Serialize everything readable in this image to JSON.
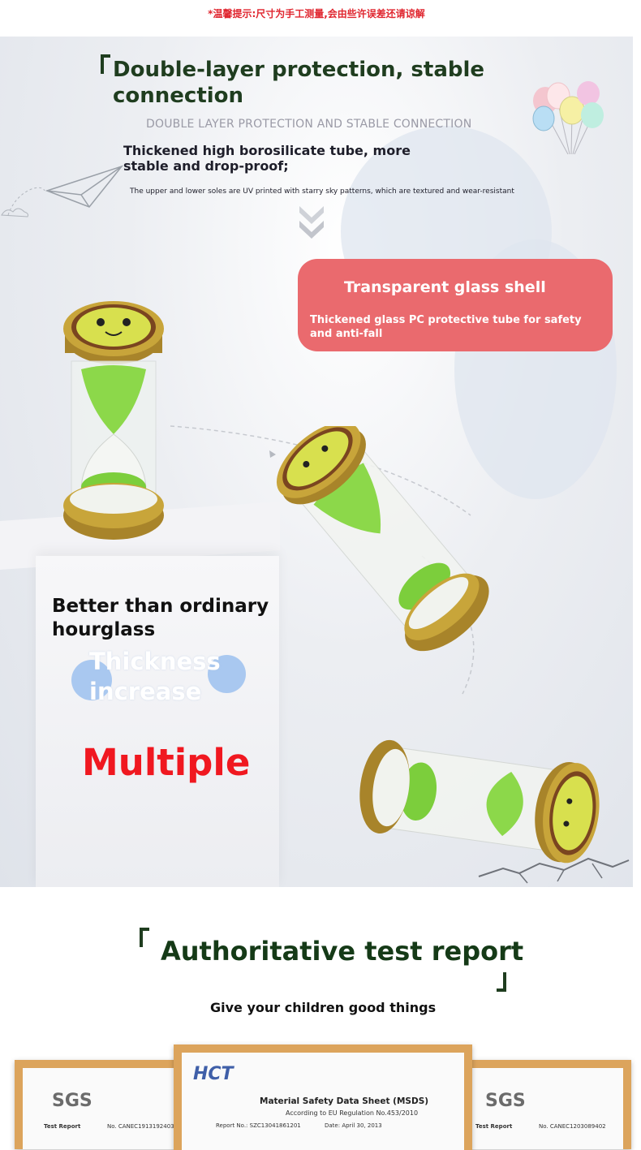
{
  "notice": "*温馨提示:尺寸为手工测量,会由些许误差还请谅解",
  "section1": {
    "title": "Double-layer protection, stable connection",
    "subtitle": "DOUBLE LAYER PROTECTION AND STABLE CONNECTION",
    "feature_line": "Thickened high borosilicate tube, more stable and drop-proof;",
    "detail_line": "The upper and lower soles are UV printed with starry sky patterns, which are textured and wear-resistant",
    "callout": {
      "title": "Transparent glass shell",
      "text": "Thickened glass PC protective tube for safety and anti-fall"
    },
    "better": "Better than ordinary hourglass",
    "thickness": "Thickness increase",
    "multiple": "Multiple"
  },
  "section2": {
    "title": "Authoritative test report",
    "subtitle": "Give your children good things"
  },
  "certificates": [
    {
      "logo": "SGS",
      "heading": "Test Report",
      "ref": "No. CANEC1913192403"
    },
    {
      "logo": "HCT",
      "heading": "Material Safety Data Sheet (MSDS)",
      "subheading": "According to EU Regulation No.453/2010",
      "ref": "Report No.: SZC13041861201",
      "date": "Date: April 30, 2013"
    },
    {
      "logo": "SGS",
      "heading": "Test Report",
      "ref": "No. CANEC1203089402"
    }
  ],
  "colors": {
    "notice": "#e0262f",
    "title_green": "#1f3d1f",
    "callout_bg": "#ea6a6e",
    "multiple_red": "#f01820",
    "frame_wood": "#dca45c"
  }
}
